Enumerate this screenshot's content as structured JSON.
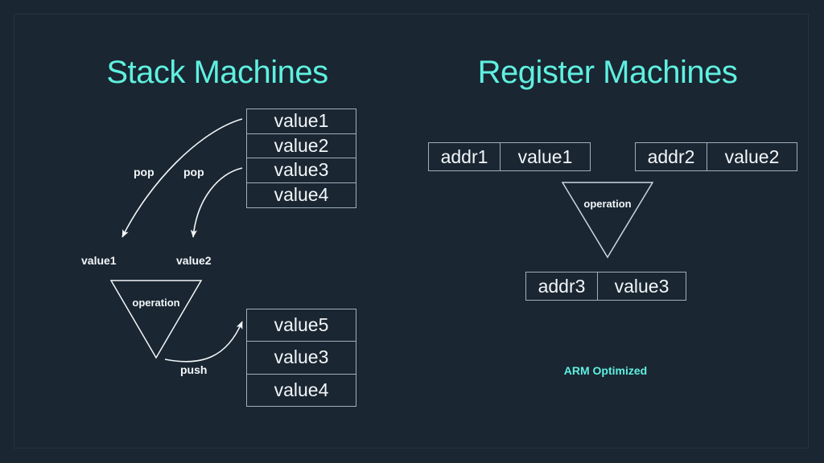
{
  "slide": {
    "background_color": "#1a2632",
    "accent_color": "#5ff0e0",
    "line_color": "#9fb0bd",
    "text_color": "#f2f6f8"
  },
  "left_column": {
    "title": "Stack Machines",
    "stack_top": {
      "cells": [
        "value1",
        "value2",
        "value3",
        "value4"
      ]
    },
    "stack_bottom": {
      "cells": [
        "value5",
        "value3",
        "value4"
      ]
    },
    "pop_labels": [
      "pop",
      "pop"
    ],
    "popped_values": [
      "value1",
      "value2"
    ],
    "operation_label": "operation",
    "push_label": "push"
  },
  "right_column": {
    "title": "Register Machines",
    "registers_in": [
      {
        "addr": "addr1",
        "value": "value1"
      },
      {
        "addr": "addr2",
        "value": "value2"
      }
    ],
    "operation_label": "operation",
    "register_out": {
      "addr": "addr3",
      "value": "value3"
    },
    "note": "ARM Optimized"
  }
}
